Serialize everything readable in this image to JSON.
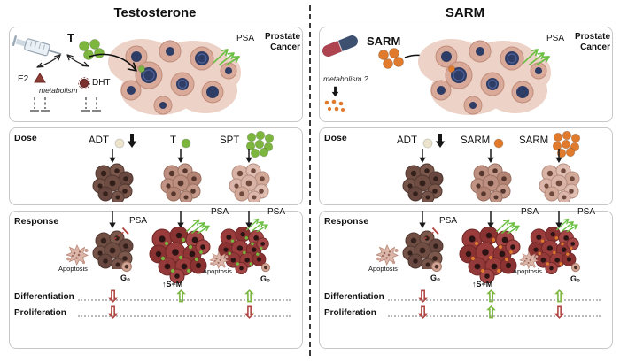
{
  "colors": {
    "t-green": "#7cb63f",
    "sarm-orange": "#e07b2e",
    "psa-green": "#6bbf43",
    "down-red": "#b14440",
    "up-green": "#7cb63f",
    "nucleus-navy": "#2e3d66",
    "adt-pale": "#ece4cc"
  },
  "panels": [
    {
      "title": "Testosterone",
      "mech": {
        "ligand": "T",
        "e2": "E2",
        "dht": "DHT",
        "metabolism": "metabolism",
        "psa": "PSA",
        "cancer": "Prostate Cancer"
      },
      "dose": {
        "heading": "Dose",
        "col1": "ADT",
        "col2": "T",
        "col3": "SPT"
      },
      "response": {
        "heading": "Response",
        "psa1": "PSA",
        "psa2": "PSA",
        "psa3": "PSA",
        "apoptosis1": "Apoptosis",
        "g0_1": "G₀",
        "sm": "↑S+M",
        "apoptosis3": "Apoptosis",
        "g0_3": "G₀",
        "diff_label": "Differentiation",
        "prolif_label": "Proliferation",
        "diff_arrows": [
          {
            "glyph": "⇩",
            "cls": "blockarrow down"
          },
          {
            "glyph": "⇧",
            "cls": "blockarrow up"
          },
          {
            "glyph": "⇧",
            "cls": "blockarrow up"
          }
        ],
        "prolif_arrows": [
          {
            "glyph": "⇩",
            "cls": "blockarrow down"
          },
          {
            "glyph": "",
            "cls": "blockarrow none"
          },
          {
            "glyph": "⇩",
            "cls": "blockarrow down"
          }
        ]
      }
    },
    {
      "title": "SARM",
      "mech": {
        "ligand": "SARM",
        "metabolism": "metabolism ?",
        "psa": "PSA",
        "cancer": "Prostate Cancer"
      },
      "dose": {
        "heading": "Dose",
        "col1": "ADT",
        "col2": "SARM",
        "col3": "SARM"
      },
      "response": {
        "heading": "Response",
        "psa1": "PSA",
        "psa2": "PSA",
        "psa3": "PSA",
        "apoptosis1": "Apoptosis",
        "g0_1": "G₀",
        "sm": "↑S+M",
        "apoptosis3": "Apoptosis",
        "g0_3": "G₀",
        "diff_label": "Differentiation",
        "prolif_label": "Proliferation",
        "diff_arrows": [
          {
            "glyph": "⇩",
            "cls": "blockarrow down"
          },
          {
            "glyph": "⇧",
            "cls": "blockarrow up"
          },
          {
            "glyph": "⇧",
            "cls": "blockarrow up"
          }
        ],
        "prolif_arrows": [
          {
            "glyph": "⇩",
            "cls": "blockarrow down"
          },
          {
            "glyph": "⇧",
            "cls": "blockarrow up"
          },
          {
            "glyph": "⇩",
            "cls": "blockarrow down"
          }
        ]
      }
    }
  ]
}
